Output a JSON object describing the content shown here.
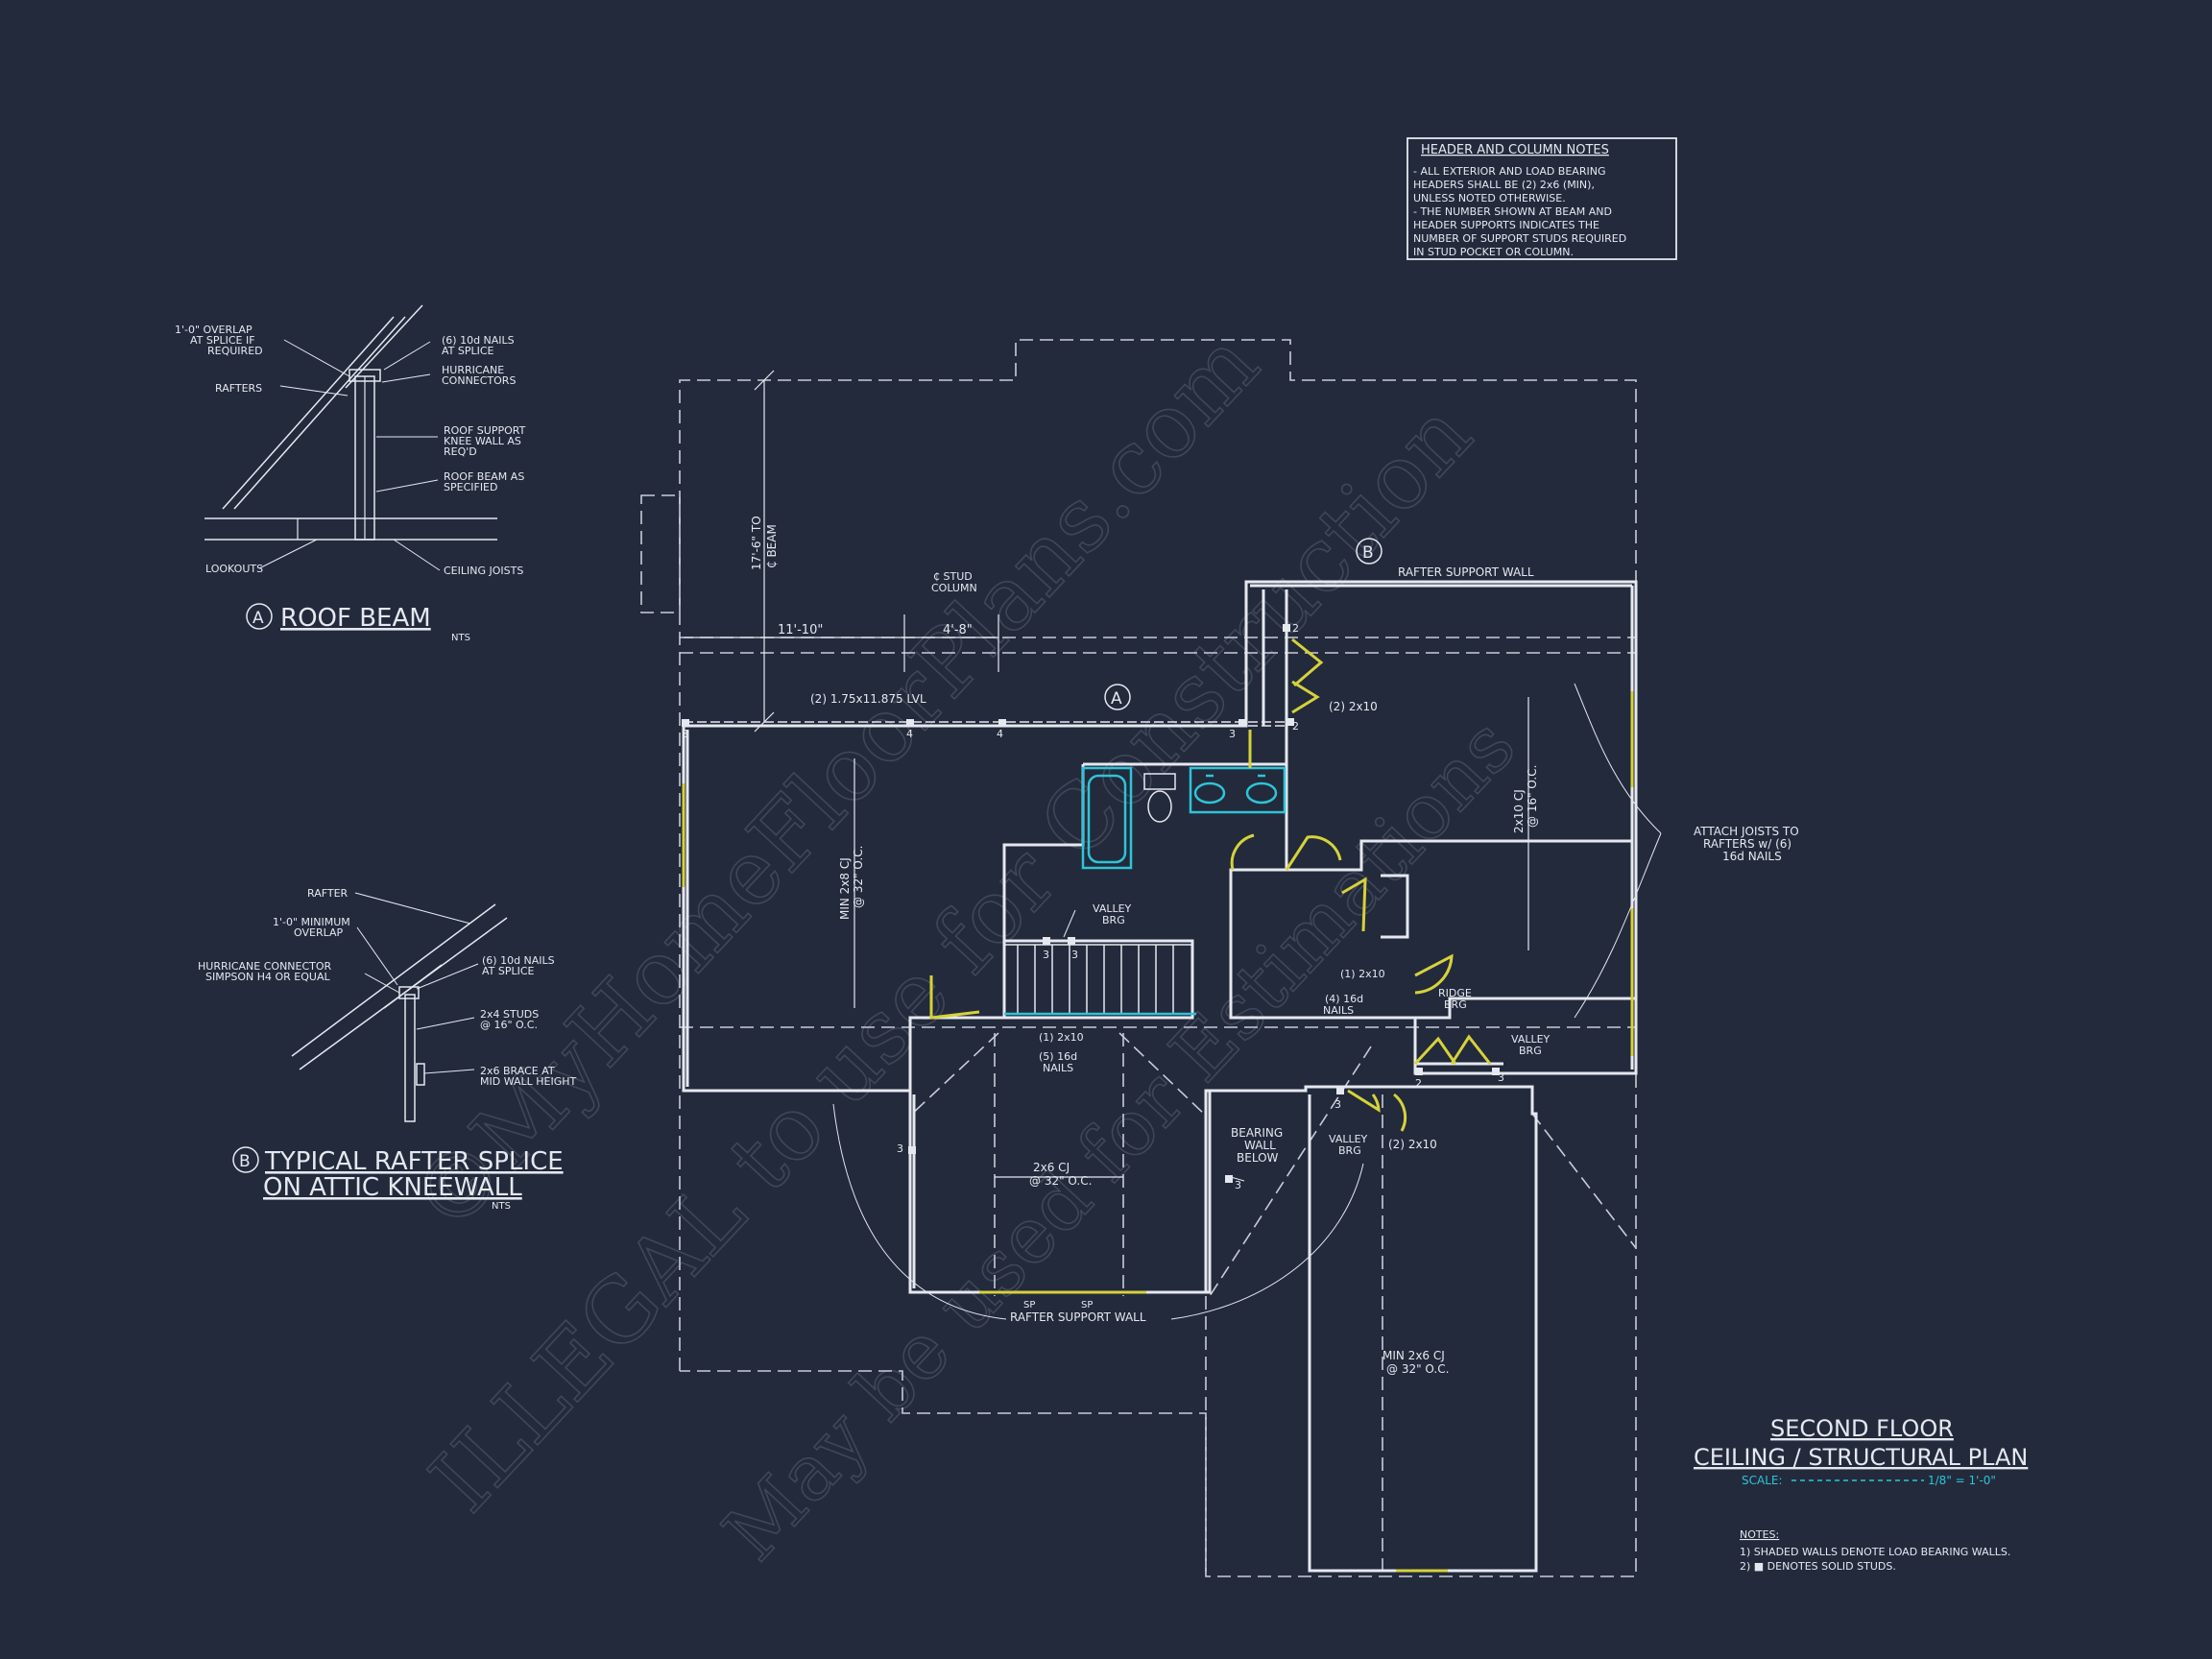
{
  "notes_box": {
    "title": "HEADER AND COLUMN NOTES",
    "lines": [
      "- ALL EXTERIOR AND LOAD BEARING",
      "HEADERS SHALL BE (2) 2x6 (MIN),",
      "UNLESS NOTED OTHERWISE.",
      "- THE NUMBER SHOWN AT BEAM AND",
      "HEADER SUPPORTS INDICATES THE",
      "NUMBER OF SUPPORT STUDS REQUIRED",
      "IN STUD POCKET OR COLUMN."
    ]
  },
  "detail_a": {
    "marker": "A",
    "title": "ROOF BEAM",
    "scale": "NTS",
    "labels": {
      "overlap_1": "1'-0\" OVERLAP",
      "overlap_2": "AT SPLICE IF",
      "overlap_3": "REQUIRED",
      "rafters": "RAFTERS",
      "nails_1": "(6) 10d NAILS",
      "nails_2": "AT SPLICE",
      "hurricane_1": "HURRICANE",
      "hurricane_2": "CONNECTORS",
      "knee_1": "ROOF SUPPORT",
      "knee_2": "KNEE WALL AS",
      "knee_3": "REQ'D",
      "beam_1": "ROOF BEAM AS",
      "beam_2": "SPECIFIED",
      "lookouts": "LOOKOUTS",
      "ceiling_joists": "CEILING JOISTS"
    }
  },
  "detail_b": {
    "marker": "B",
    "title_1": "TYPICAL RAFTER SPLICE",
    "title_2": "ON ATTIC KNEEWALL",
    "scale": "NTS",
    "labels": {
      "rafter": "RAFTER",
      "overlap_1": "1'-0\" MINIMUM",
      "overlap_2": "OVERLAP",
      "hurricane_1": "HURRICANE CONNECTOR",
      "hurricane_2": "SIMPSON H4 OR EQUAL",
      "nails_1": "(6) 10d NAILS",
      "nails_2": "AT SPLICE",
      "studs_1": "2x4 STUDS",
      "studs_2": "@ 16\" O.C.",
      "brace_1": "2x6 BRACE AT",
      "brace_2": "MID WALL HEIGHT"
    }
  },
  "plan": {
    "dim_vertical_1": "17'-6\" TO",
    "dim_vertical_2": "₵ BEAM",
    "dim_11_10": "11'-10\"",
    "dim_4_8": "4'-8\"",
    "stud_column_1": "₵ STUD",
    "stud_column_2": "COLUMN",
    "lvl": "(2) 1.75x11.875 LVL",
    "marker_a": "A",
    "marker_b": "B",
    "rafter_support_top": "RAFTER SUPPORT WALL",
    "rafter_support_bottom": "RAFTER SUPPORT WALL",
    "cj_left_1": "MIN 2x8 CJ",
    "cj_left_2": "@ 32\" O.C.",
    "cj_right_1": "2x10 CJ",
    "cj_right_2": "@ 16\" O.C.",
    "cj_center_1": "2x6 CJ",
    "cj_center_2": "@ 32\" O.C.",
    "cj_bottom_1": "MIN 2x6 CJ",
    "cj_bottom_2": "@ 32\" O.C.",
    "header_2x10_a": "(2) 2x10",
    "header_2x10_b": "(2) 2x10",
    "attach_1": "ATTACH JOISTS TO",
    "attach_2": "RAFTERS w/ (6)",
    "attach_3": "16d NAILS",
    "valley_1a": "VALLEY",
    "valley_1b": "BRG",
    "valley_2a": "VALLEY",
    "valley_2b": "BRG",
    "valley_3a": "VALLEY",
    "valley_3b": "BRG",
    "ridge_1": "RIDGE",
    "ridge_2": "BRG",
    "one_2x10_a": "(1) 2x10",
    "nails_4_16_1": "(4) 16d",
    "nails_4_16_2": "NAILS",
    "one_2x10_b": "(1) 2x10",
    "nails_5_16_1": "(5) 16d",
    "nails_5_16_2": "NAILS",
    "bearing_1": "BEARING",
    "bearing_2": "WALL",
    "bearing_3": "BELOW",
    "sp_1": "SP",
    "sp_2": "SP",
    "studs": [
      "3",
      "4",
      "4",
      "3",
      "2",
      "2",
      "3",
      "3",
      "2",
      "3",
      "3",
      "3",
      "3"
    ]
  },
  "title_block": {
    "line_1": "SECOND FLOOR",
    "line_2": "CEILING / STRUCTURAL PLAN",
    "scale_label": "SCALE:",
    "scale_value": "1/8\" = 1'-0\"",
    "accent_color": "#2ec4d6"
  },
  "notes": {
    "heading": "NOTES:",
    "items": [
      "1) SHADED WALLS DENOTE LOAD BEARING WALLS.",
      "2) ■ DENOTES SOLID STUDS."
    ]
  },
  "watermark": {
    "line_1": "©MyHomeFloorPlans.com",
    "line_2": "ILLEGAL to use for Construction",
    "line_3": "May be used for Estimations"
  },
  "colors": {
    "background": "#222a3c",
    "linework": "#e6e8ef",
    "bearing": "#d6d23a",
    "fixtures": "#2ec4d6"
  }
}
